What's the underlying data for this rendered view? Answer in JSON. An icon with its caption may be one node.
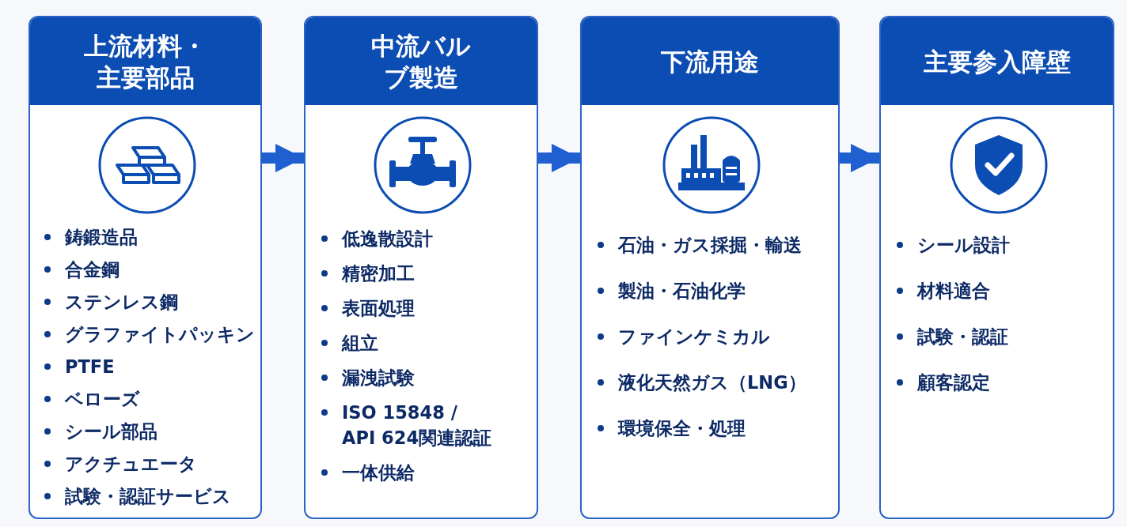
{
  "diagram": {
    "nodes": [
      {
        "text": [
          "上流材料・主要部品",
          "鋳鍛造品",
          "合金鋼",
          "ステンレス鋼",
          "グラファイトパッキン",
          "PTFE",
          "ベローズ",
          "シール部品",
          "アクチュエータ",
          "試験・認証サービス"
        ]
      },
      {
        "text": [
          "中流バルブ製造",
          "低逸散設計",
          "精密加工",
          "表面処理",
          "組立",
          "漏洩試験",
          "ISO 15848 / API 624関連認証",
          "一体供給"
        ]
      },
      {
        "text": [
          "下流用途",
          "石油・ガス採掘・輸送",
          "製油・石油化学",
          "ファインケミカル",
          "液化天然ガス（LNG）",
          "環境保全・処理"
        ]
      },
      {
        "text": [
          "主要参入障壁",
          "シール設計",
          "材料適合",
          "試験・認証",
          "顧客認定"
        ]
      }
    ],
    "edges": [
      {
        "from": 0,
        "to": 1,
        "arrow": "to"
      },
      {
        "from": 1,
        "to": 2,
        "arrow": "to"
      },
      {
        "from": 2,
        "to": 3,
        "arrow": "to"
      }
    ]
  }
}
